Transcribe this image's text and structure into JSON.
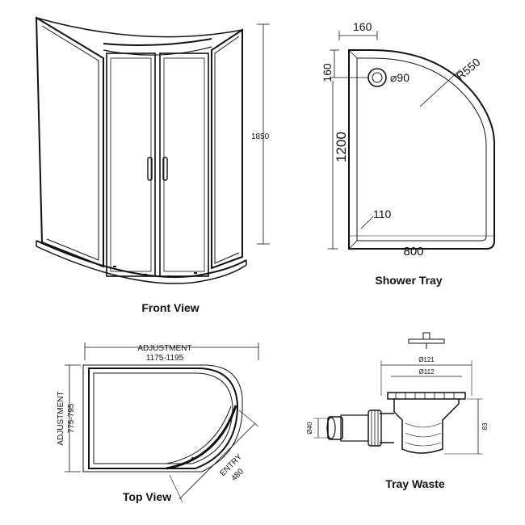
{
  "front_view": {
    "caption": "Front View",
    "height_label": "1850"
  },
  "shower_tray": {
    "caption": "Shower Tray",
    "waste_offset_x": "160",
    "waste_offset_y": "160",
    "radius_label": "R550",
    "waste_diameter": "⌀90",
    "length_label": "1200",
    "width_label": "800",
    "corner_label": "110"
  },
  "top_view": {
    "caption": "Top View",
    "adjustment_width_title": "ADJUSTMENT",
    "adjustment_width_range": "1175-1195",
    "adjustment_depth_title": "ADJUSTMENT",
    "adjustment_depth_range": "775-795",
    "entry_title": "ENTRY",
    "entry_value": "480"
  },
  "tray_waste": {
    "caption": "Tray Waste",
    "outer_diameter": "Ø121",
    "inner_diameter": "Ø112",
    "pipe_diameter": "Ø40",
    "height_label": "83"
  }
}
